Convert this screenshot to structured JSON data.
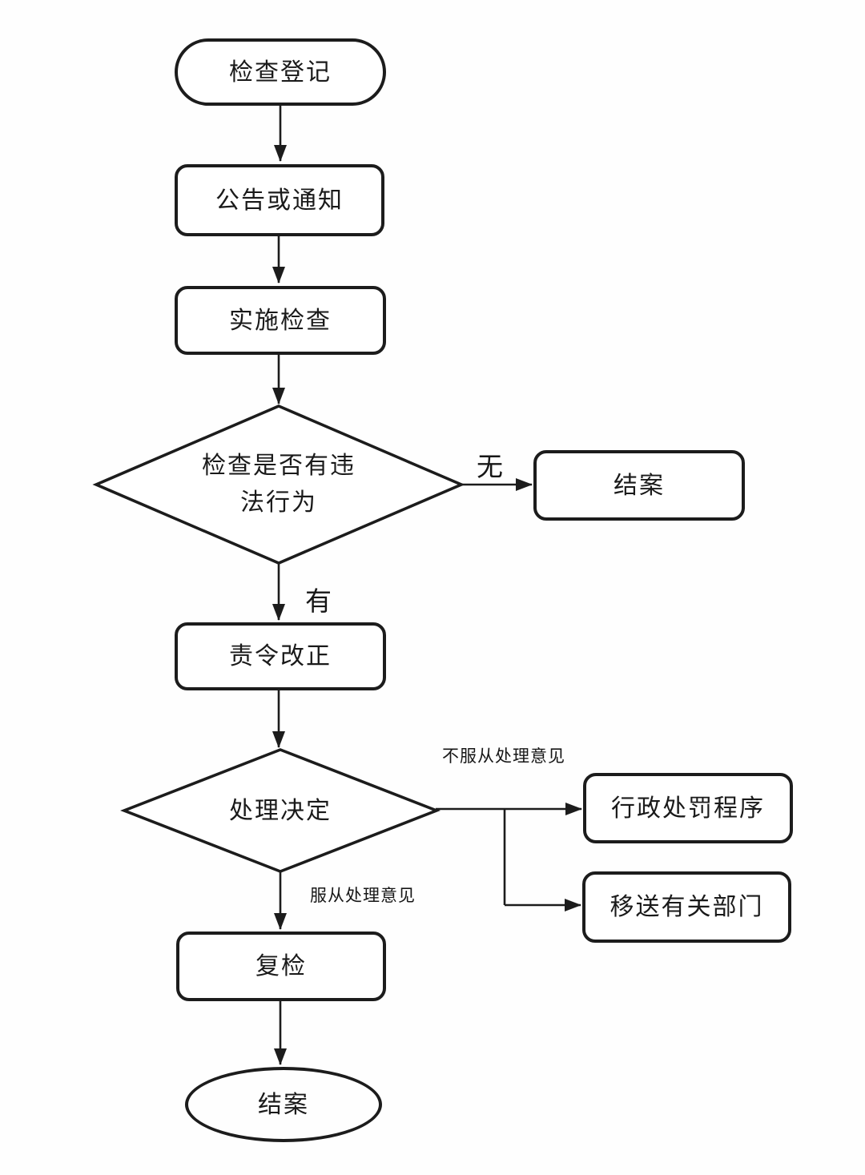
{
  "diagram": {
    "type": "flowchart",
    "language": "zh-CN",
    "background_color": "#ffffff",
    "stroke_color": "#1c1c1c",
    "nodes": [
      {
        "id": "start",
        "shape": "stadium",
        "label": "检查登记"
      },
      {
        "id": "notice",
        "shape": "rounded-rect",
        "label": "公告或通知"
      },
      {
        "id": "inspect",
        "shape": "rounded-rect",
        "label": "实施检查"
      },
      {
        "id": "decision1",
        "shape": "diamond",
        "label": "检查是否有违法行为"
      },
      {
        "id": "close1",
        "shape": "rounded-rect",
        "label": "结案"
      },
      {
        "id": "correct",
        "shape": "rounded-rect",
        "label": "责令改正"
      },
      {
        "id": "decision2",
        "shape": "diamond",
        "label": "处理决定"
      },
      {
        "id": "penalty",
        "shape": "rounded-rect",
        "label": "行政处罚程序"
      },
      {
        "id": "transfer",
        "shape": "rounded-rect",
        "label": "移送有关部门"
      },
      {
        "id": "recheck",
        "shape": "rounded-rect",
        "label": "复检"
      },
      {
        "id": "end",
        "shape": "ellipse",
        "label": "结案"
      }
    ],
    "edges": [
      {
        "from": "检查登记",
        "to": "公告或通知",
        "label": ""
      },
      {
        "from": "公告或通知",
        "to": "实施检查",
        "label": ""
      },
      {
        "from": "实施检查",
        "to": "检查是否有违法行为",
        "label": ""
      },
      {
        "from": "检查是否有违法行为",
        "to": "结案",
        "label": "无"
      },
      {
        "from": "检查是否有违法行为",
        "to": "责令改正",
        "label": "有"
      },
      {
        "from": "责令改正",
        "to": "处理决定",
        "label": ""
      },
      {
        "from": "处理决定",
        "to": "行政处罚程序",
        "label": "不服从处理意见"
      },
      {
        "from": "处理决定",
        "to": "移送有关部门",
        "label": "不服从处理意见"
      },
      {
        "from": "处理决定",
        "to": "复检",
        "label": "服从处理意见"
      },
      {
        "from": "复检",
        "to": "结案",
        "label": ""
      }
    ]
  }
}
